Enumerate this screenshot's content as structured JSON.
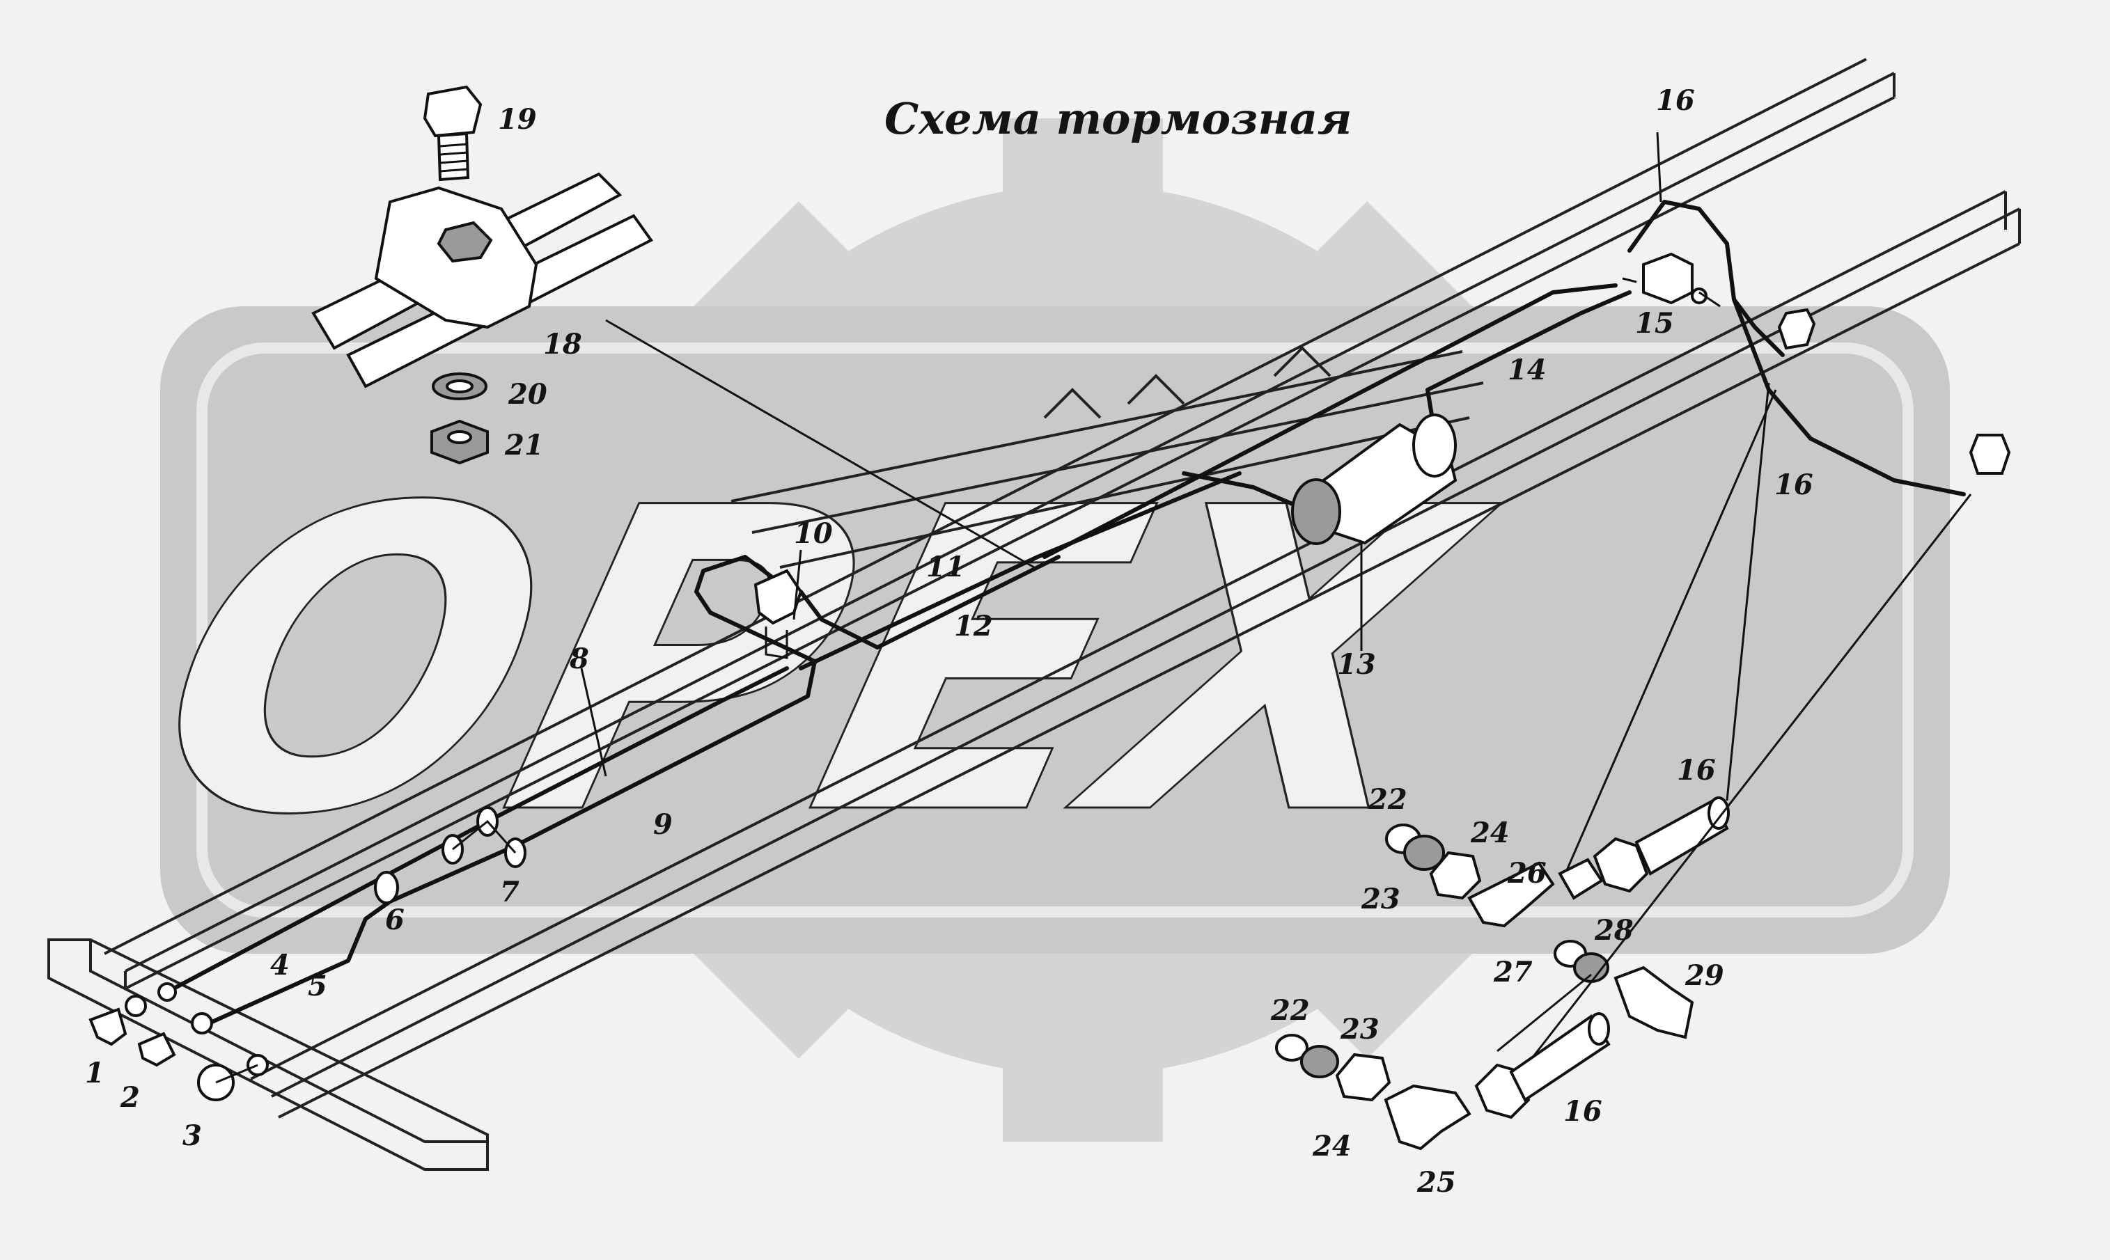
{
  "title": "Схема тормозная",
  "watermark": {
    "text": "OPEX",
    "gear_color": "#d4d4d4",
    "band_color": "#c9c9c9"
  },
  "callouts": [
    {
      "id": "c1",
      "label": "1"
    },
    {
      "id": "c2",
      "label": "2"
    },
    {
      "id": "c3",
      "label": "3"
    },
    {
      "id": "c4",
      "label": "4"
    },
    {
      "id": "c5",
      "label": "5"
    },
    {
      "id": "c6",
      "label": "6"
    },
    {
      "id": "c7",
      "label": "7"
    },
    {
      "id": "c8",
      "label": "8"
    },
    {
      "id": "c9",
      "label": "9"
    },
    {
      "id": "c10",
      "label": "10"
    },
    {
      "id": "c11",
      "label": "11"
    },
    {
      "id": "c12",
      "label": "12"
    },
    {
      "id": "c13",
      "label": "13"
    },
    {
      "id": "c14",
      "label": "14"
    },
    {
      "id": "c15",
      "label": "15"
    },
    {
      "id": "c16a",
      "label": "16"
    },
    {
      "id": "c16b",
      "label": "16"
    },
    {
      "id": "c16c",
      "label": "16"
    },
    {
      "id": "c16d",
      "label": "16"
    },
    {
      "id": "c18",
      "label": "18"
    },
    {
      "id": "c19",
      "label": "19"
    },
    {
      "id": "c20",
      "label": "20"
    },
    {
      "id": "c21",
      "label": "21"
    },
    {
      "id": "c22a",
      "label": "22"
    },
    {
      "id": "c22b",
      "label": "22"
    },
    {
      "id": "c23a",
      "label": "23"
    },
    {
      "id": "c23b",
      "label": "23"
    },
    {
      "id": "c24a",
      "label": "24"
    },
    {
      "id": "c24b",
      "label": "24"
    },
    {
      "id": "c25",
      "label": "25"
    },
    {
      "id": "c26",
      "label": "26"
    },
    {
      "id": "c27",
      "label": "27"
    },
    {
      "id": "c28",
      "label": "28"
    },
    {
      "id": "c29",
      "label": "29"
    }
  ]
}
